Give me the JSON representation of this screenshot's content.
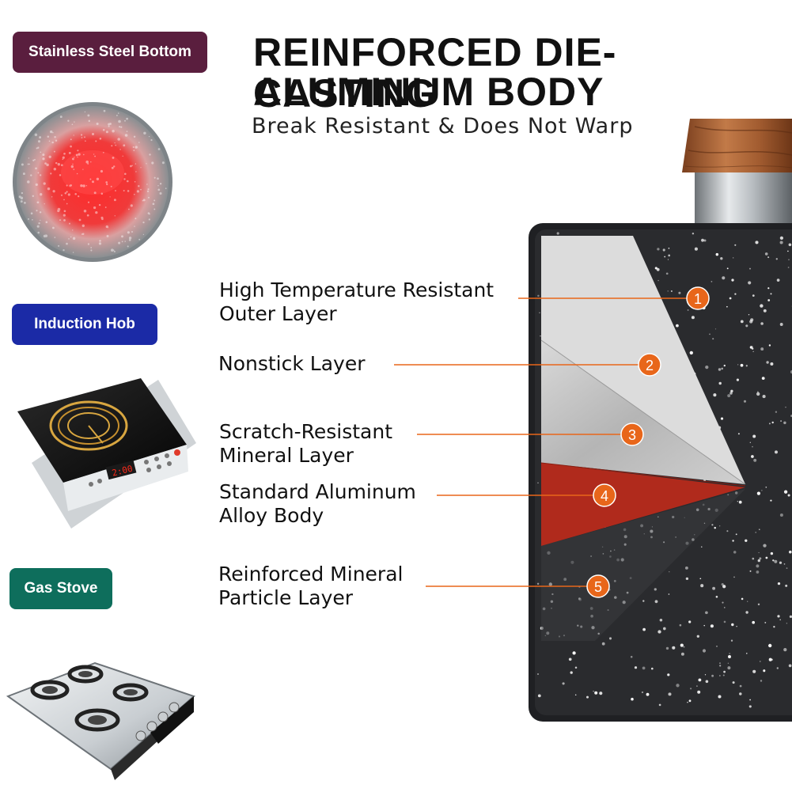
{
  "badges": {
    "stainless": "Stainless Steel Bottom",
    "induction": "Induction Hob",
    "gas": "Gas Stove"
  },
  "heading": {
    "line1": "REINFORCED DIE-CASTING",
    "line2": "ALUMINUM BODY",
    "subtitle": "Break Resistant & Does Not Warp"
  },
  "induction_display": "2:00",
  "layers": [
    {
      "number": "1",
      "line1": "High Temperature Resistant",
      "line2": "Outer Layer"
    },
    {
      "number": "2",
      "line1": "Nonstick Layer",
      "line2": ""
    },
    {
      "number": "3",
      "line1": "Scratch-Resistant",
      "line2": "Mineral Layer"
    },
    {
      "number": "4",
      "line1": "Standard Aluminum",
      "line2": "Alloy Body"
    },
    {
      "number": "5",
      "line1": "Reinforced Mineral",
      "line2": "Particle Layer"
    }
  ],
  "colors": {
    "accent_orange": "#e8661a",
    "stainless_badge": "#5a1e3e",
    "induction_badge": "#1b2aa6",
    "gas_badge": "#0e6e5c",
    "pan_granite": "#2a2b2e",
    "aluminum_red": "#b02a1c",
    "wood_handle": "#a8643a"
  }
}
